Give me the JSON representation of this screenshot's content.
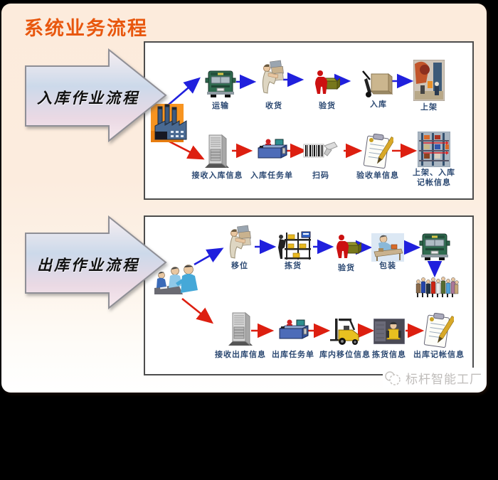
{
  "title": "系统业务流程",
  "watermark": {
    "brand": "标杆智能工厂",
    "logo_icon": "two-circles-logo-icon"
  },
  "colors": {
    "title_accent": "#e8570e",
    "slide_background_top": "#fcebdc",
    "slide_background_bottom": "#ffffff",
    "physical_flow_arrow": "#2020dd",
    "information_flow_arrow": "#dd1f10",
    "label_text": "#2d4a73",
    "box_border": "#4d4d4d"
  },
  "inbound": {
    "banner": "入库作业流程",
    "source_icon": "factory-icon",
    "physical_flow": [
      {
        "label": "运输",
        "icon": "delivery-truck-icon"
      },
      {
        "label": "收货",
        "icon": "receive-goods-icon"
      },
      {
        "label": "验货",
        "icon": "inspect-goods-icon"
      },
      {
        "label": "入库",
        "icon": "putaway-trolley-icon"
      },
      {
        "label": "上架",
        "icon": "shelving-photo-icon"
      }
    ],
    "information_flow": [
      {
        "label": "接收入库信息",
        "icon": "server-icon"
      },
      {
        "label": "入库任务单",
        "icon": "workstation-icon"
      },
      {
        "label": "扫码",
        "icon": "barcode-scan-icon"
      },
      {
        "label": "验收单信息",
        "icon": "checklist-icon"
      },
      {
        "label_line1": "上架、入库",
        "label_line2": "记帐信息",
        "icon": "rack-photo-icon"
      }
    ]
  },
  "outbound": {
    "banner": "出库作业流程",
    "source_icon": "meeting-people-icon",
    "physical_flow": [
      {
        "label": "移位",
        "icon": "move-goods-icon"
      },
      {
        "label": "拣货",
        "icon": "picking-rack-icon"
      },
      {
        "label": "验货",
        "icon": "inspect-goods-icon"
      },
      {
        "label": "包装",
        "icon": "packing-icon"
      },
      {
        "icon": "delivery-truck-icon"
      },
      {
        "icon": "customers-crowd-icon"
      }
    ],
    "information_flow": [
      {
        "label": "接收出库信息",
        "icon": "server-icon"
      },
      {
        "label": "出库任务单",
        "icon": "workstation-icon"
      },
      {
        "label": "库内移位信息",
        "icon": "forklift-icon"
      },
      {
        "label": "拣货信息",
        "icon": "picking-worker-photo-icon"
      },
      {
        "label": "出库记帐信息",
        "icon": "checklist-icon"
      }
    ]
  }
}
